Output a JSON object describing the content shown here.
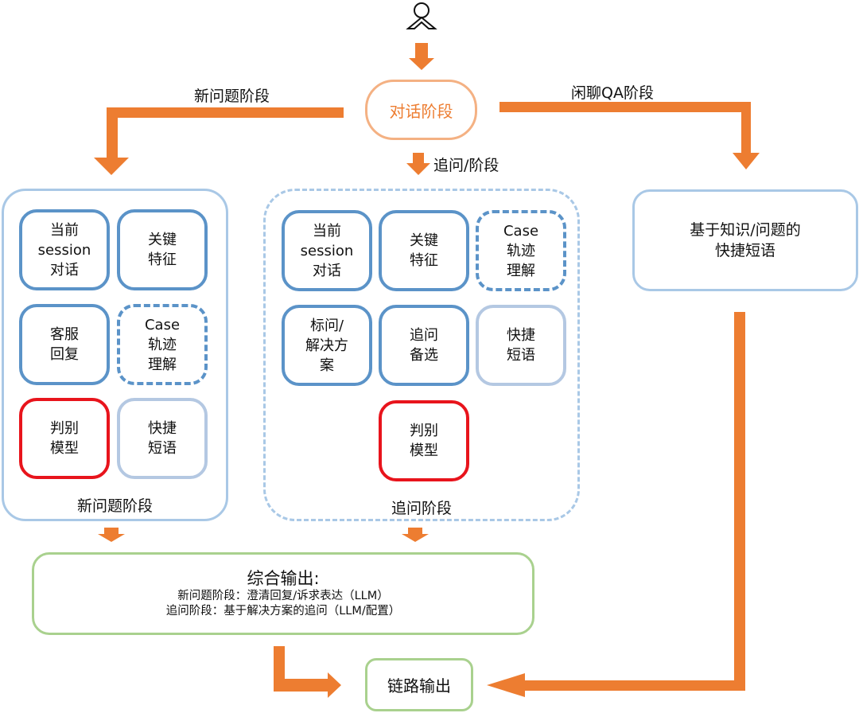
{
  "diagram": {
    "user_icon": "user-actor-icon",
    "start_node": {
      "label": "对话阶段",
      "color": "#ed7d31"
    },
    "branches": {
      "left_label": "新问题阶段",
      "middle_label": "追问/阶段",
      "right_label": "闲聊QA阶段"
    },
    "new_question_phase": {
      "caption": "新问题阶段",
      "nodes": [
        {
          "label": "当前\nsession\n对话",
          "style": "solid"
        },
        {
          "label": "关键\n特征",
          "style": "solid"
        },
        {
          "label": "客服\n回复",
          "style": "solid"
        },
        {
          "label": "Case\n轨迹\n理解",
          "style": "dashed"
        },
        {
          "label": "判别\n模型",
          "style": "red"
        },
        {
          "label": "快捷\n短语",
          "style": "light"
        }
      ]
    },
    "followup_phase": {
      "caption": "追问阶段",
      "nodes": [
        {
          "label": "当前\nsession\n对话",
          "style": "solid"
        },
        {
          "label": "关键\n特征",
          "style": "solid"
        },
        {
          "label": "Case\n轨迹\n理解",
          "style": "dashed"
        },
        {
          "label": "标问/\n解决方\n案",
          "style": "solid"
        },
        {
          "label": "追问\n备选",
          "style": "solid"
        },
        {
          "label": "快捷\n短语",
          "style": "light"
        },
        {
          "label": "判别\n模型",
          "style": "red"
        }
      ]
    },
    "chat_qa_node": {
      "label": "基于知识/问题的\n快捷短语"
    },
    "summary_output": {
      "title": "综合输出:",
      "lines": [
        "新问题阶段：澄清回复/诉求表达（LLM）",
        "追问阶段：基于解决方案的追问（LLM/配置）"
      ]
    },
    "final_output": {
      "label": "链路输出"
    },
    "colors": {
      "arrow": "#ed7d31",
      "node_border": "#5b93c8",
      "phase_border": "#a9c8e6",
      "model_border": "#e8141c",
      "output_border": "#a9d18e"
    }
  }
}
